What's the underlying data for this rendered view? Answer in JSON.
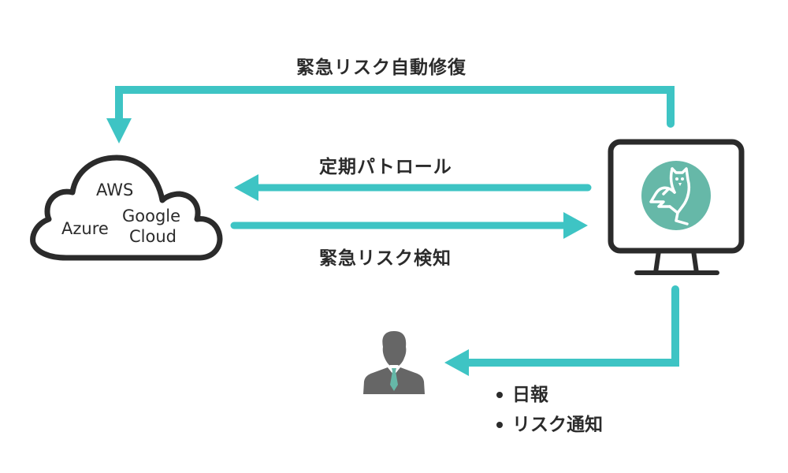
{
  "diagram": {
    "colors": {
      "arrow": "#3ec4c4",
      "outline": "#2b2b2b",
      "owl_circle": "#66b8a8",
      "person": "#666666",
      "tie": "#66b8a8"
    },
    "cloud": {
      "providers": [
        "AWS",
        "Azure",
        "Google",
        "Cloud"
      ],
      "label_aws": "AWS",
      "label_azure": "Azure",
      "label_google": "Google",
      "label_cloud": "Cloud"
    },
    "monitor": {
      "icon": "owl-icon"
    },
    "person": {
      "icon": "businessman-icon"
    },
    "arrows": {
      "top": {
        "label": "緊急リスク自動修復",
        "from": "monitor",
        "to": "cloud"
      },
      "patrol": {
        "label": "定期パトロール",
        "from": "monitor",
        "to": "cloud"
      },
      "detect": {
        "label": "緊急リスク検知",
        "from": "cloud",
        "to": "monitor"
      },
      "notify": {
        "from": "monitor",
        "to": "person"
      }
    },
    "notify_items": [
      "日報",
      "リスク通知"
    ]
  }
}
